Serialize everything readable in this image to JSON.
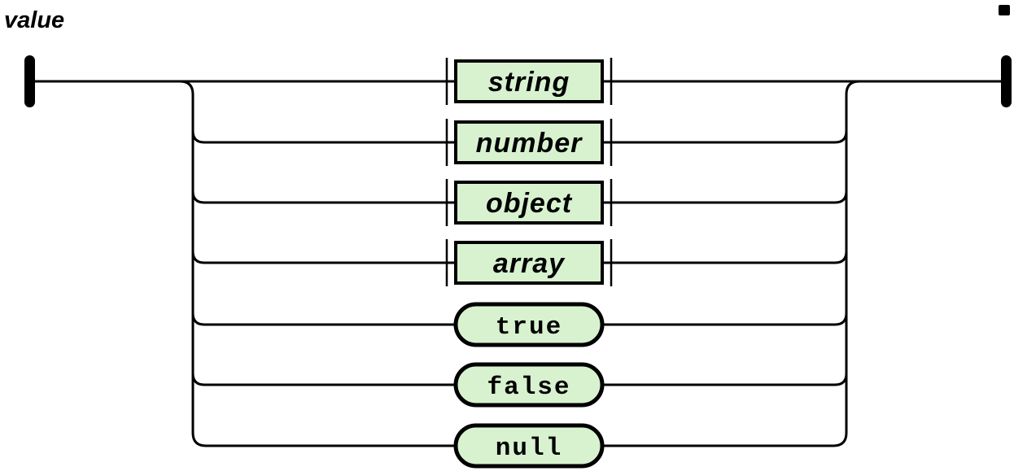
{
  "diagram": {
    "title": "value",
    "kind": "railroad-syntax-diagram",
    "colors": {
      "background": "#ffffff",
      "line": "#000000",
      "node_fill": "#d8f2d0",
      "text": "#000000"
    },
    "branches": [
      {
        "label": "string",
        "kind": "nonterminal"
      },
      {
        "label": "number",
        "kind": "nonterminal"
      },
      {
        "label": "object",
        "kind": "nonterminal"
      },
      {
        "label": "array",
        "kind": "nonterminal"
      },
      {
        "label": "true",
        "kind": "terminal"
      },
      {
        "label": "false",
        "kind": "terminal"
      },
      {
        "label": "null",
        "kind": "terminal"
      }
    ]
  }
}
